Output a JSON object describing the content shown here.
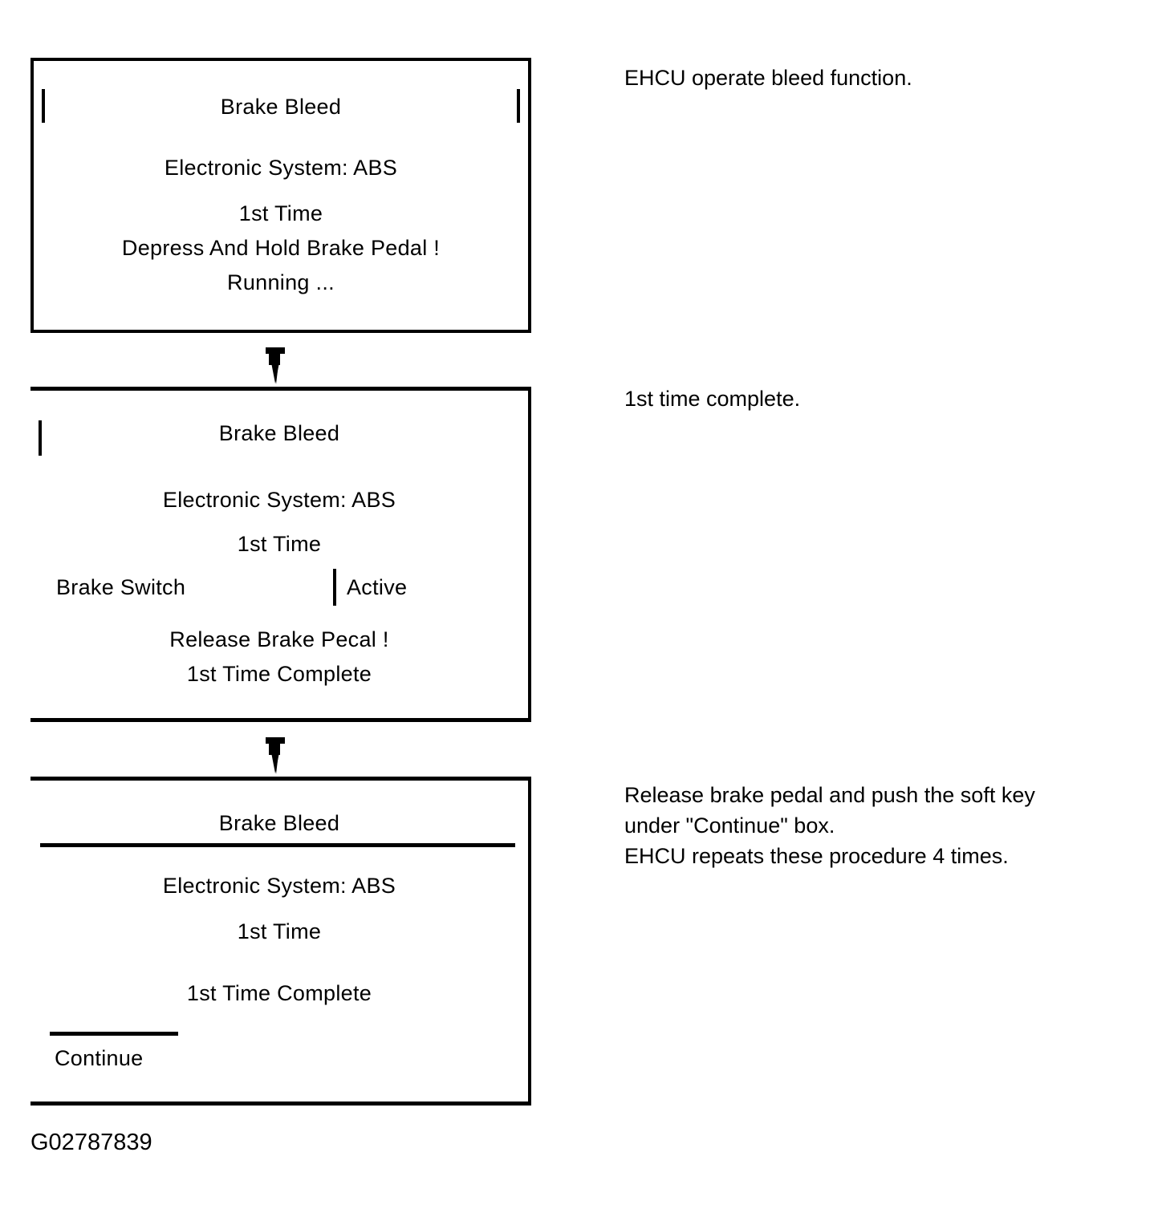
{
  "figure": {
    "id_label": "G02787839",
    "title": "Brake Bleed procedure — scan tool screens"
  },
  "screens": [
    {
      "name": "brake-bleed-running",
      "title": "Brake Bleed",
      "lines": [
        "Electronic System: ABS",
        "1st Time",
        "Depress And Hold Brake Pedal !",
        "Running ..."
      ],
      "has_left_tick": true,
      "has_right_tick": true
    },
    {
      "name": "brake-bleed-release",
      "title": "Brake Bleed",
      "lines": [
        "Electronic System: ABS",
        "1st Time"
      ],
      "data_row": {
        "label": "Brake Switch",
        "value": "Active"
      },
      "messages": [
        "Release Brake Pecal !",
        "1st Time Complete"
      ],
      "has_left_tick": true,
      "has_right_tick": false
    },
    {
      "name": "brake-bleed-complete",
      "title": "Brake Bleed",
      "lines": [
        "Electronic System: ABS",
        "1st Time"
      ],
      "messages": [
        "1st Time Complete"
      ],
      "softkey": "Continue",
      "has_title_rule": true
    }
  ],
  "annotations": [
    {
      "name": "note-operate-bleed",
      "text": "EHCU operate bleed function."
    },
    {
      "name": "note-first-time-complete",
      "text": "1st time complete."
    },
    {
      "name": "note-release-and-continue",
      "text": "Release brake pedal and push the soft key\nunder \"Continue\" box.\nEHCU repeats these procedure 4 times."
    }
  ],
  "colors": {
    "ink": "#000000",
    "paper": "#ffffff"
  }
}
